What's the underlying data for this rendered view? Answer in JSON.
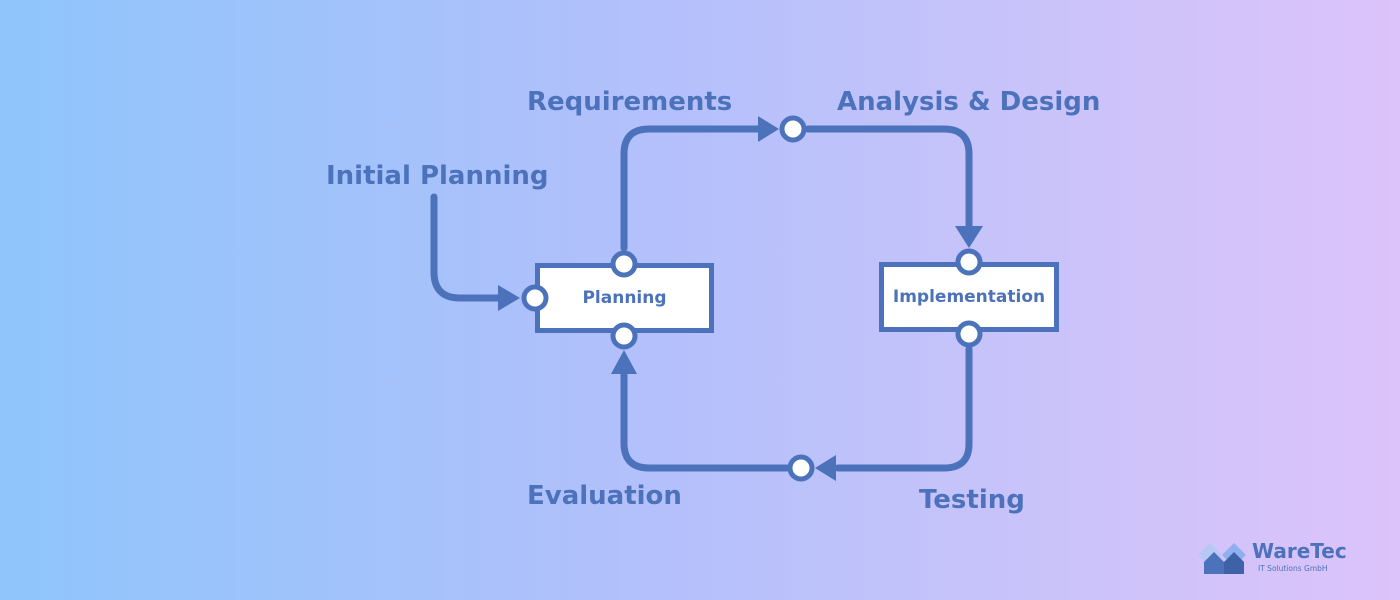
{
  "labels": {
    "requirements": "Requirements",
    "analysis_design": "Analysis & Design",
    "initial_planning": "Initial Planning",
    "evaluation": "Evaluation",
    "testing": "Testing"
  },
  "nodes": {
    "planning": "Planning",
    "implementation": "Implementation"
  },
  "logo": {
    "name": "WareTec",
    "subtitle": "IT Solutions GmbH"
  },
  "colors": {
    "accent": "#4b72bb",
    "box_fill": "#ffffff",
    "gradient_left": "#8ec5fb",
    "gradient_right": "#dcc3fa"
  },
  "icons": [
    "arrow-head-icon",
    "connector-circle-icon",
    "waretec-logo-icon"
  ]
}
